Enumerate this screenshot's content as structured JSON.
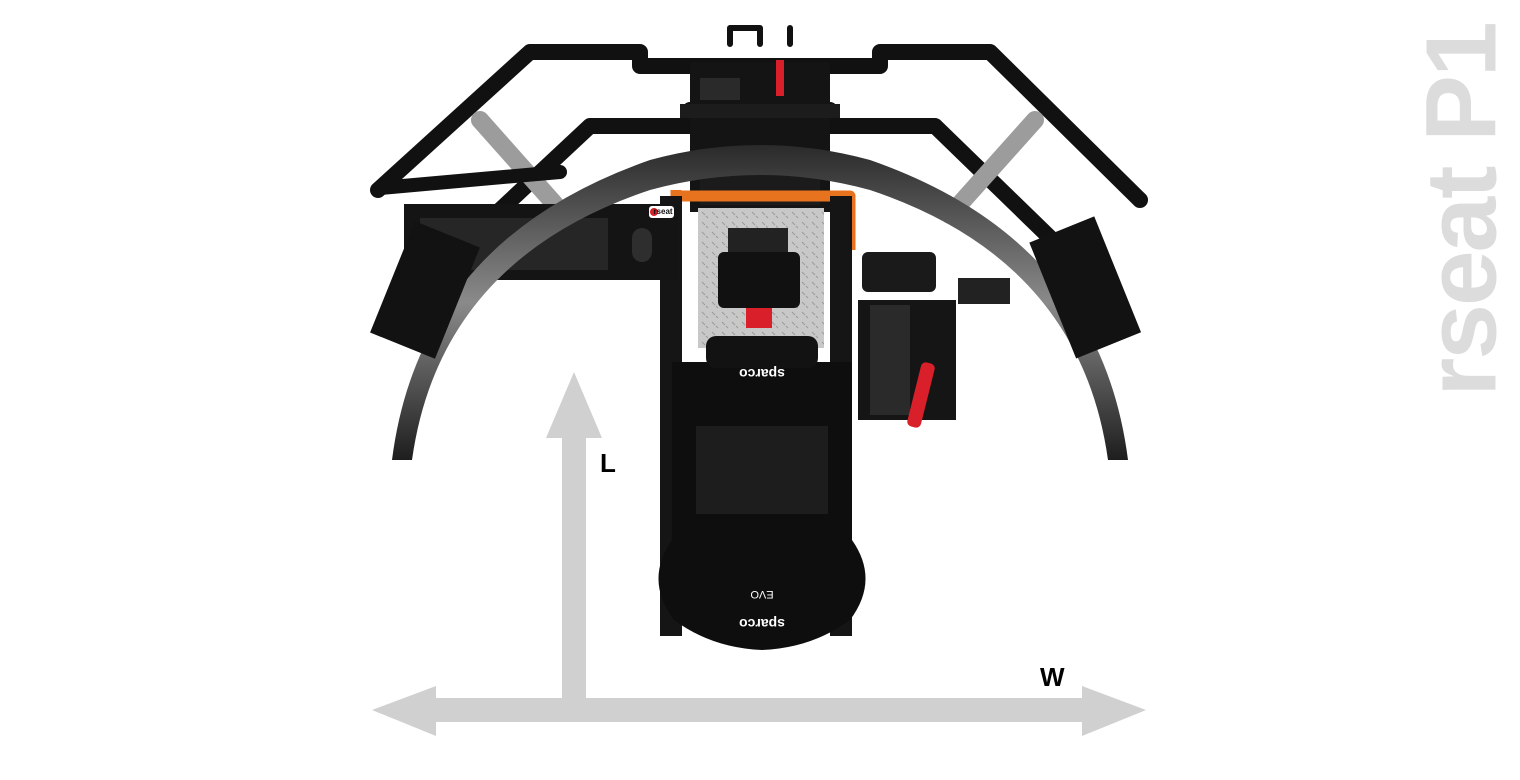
{
  "product": {
    "title": "rseat P1",
    "logo_text": "rseat",
    "seat_brand": "sparco",
    "seat_model": "EVO"
  },
  "dimensions": {
    "length_label": "L",
    "width_label": "W"
  },
  "colors": {
    "frame": "#111111",
    "accent_orange": "#e8731e",
    "accent_red": "#d9202a",
    "arrow_gray": "#d0d0d0",
    "watermark_gray": "#dcdcdc"
  }
}
